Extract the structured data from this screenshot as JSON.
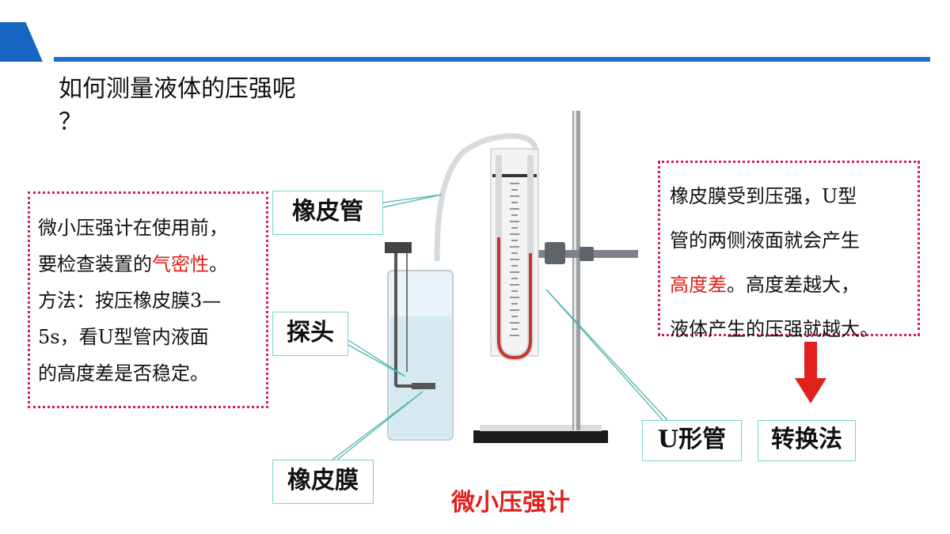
{
  "title": "如何测量液体的压强呢\n？",
  "left_box": {
    "line1": "微小压强计在使用前，",
    "line2_pre": "要检查装置的",
    "line2_red": "气密性",
    "line2_post": "。",
    "line3": "方法：按压橡皮膜3—",
    "line4": "5s，看U型管内液面",
    "line5": "的高度差是否稳定。"
  },
  "right_box": {
    "line1": "橡皮膜受到压强，U型",
    "line2": "管的两侧液面就会产生",
    "line3_red": "高度差",
    "line3_post": "。高度差越大，",
    "line4": "液体产生的压强就越大。"
  },
  "labels": {
    "rubber_tube": "橡皮管",
    "probe": "探头",
    "rubber_membrane": "橡皮膜",
    "u_tube": "U形管",
    "method": "转换法"
  },
  "caption": "微小压强计",
  "colors": {
    "accent_blue": "#1f6fcf",
    "highlight_red": "#e0201b",
    "box_border": "#d81b60",
    "tag_border": "#7ad3cf"
  }
}
